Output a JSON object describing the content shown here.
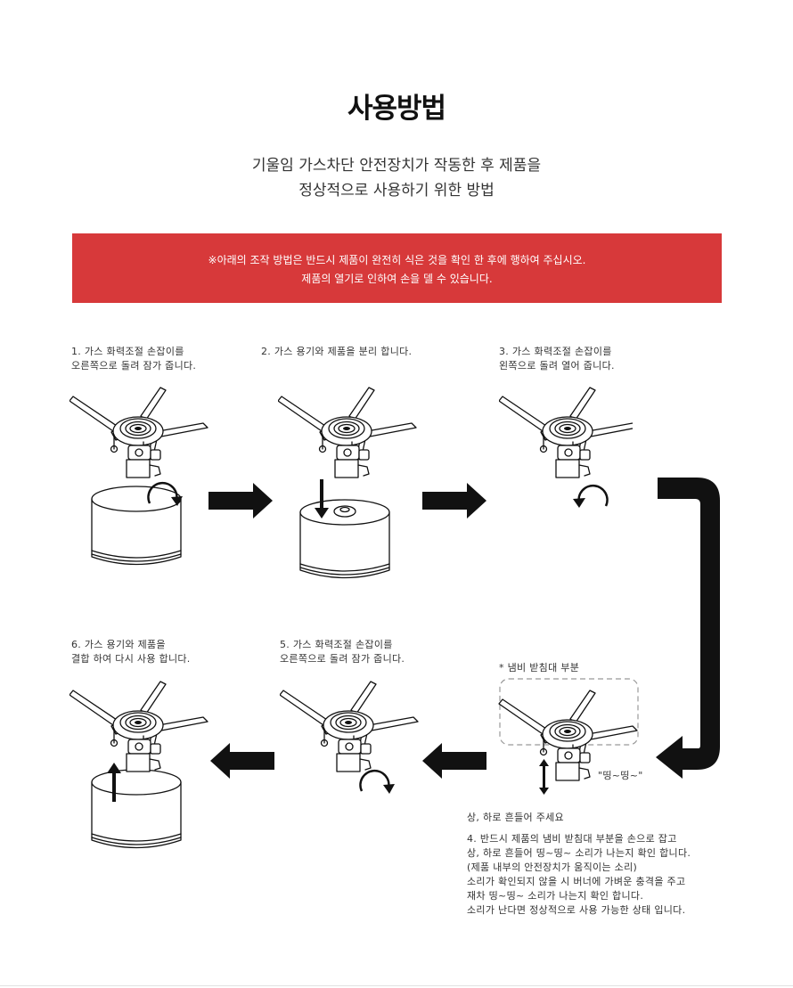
{
  "header": {
    "title": "사용방법",
    "subtitle_line1": "기울임 가스차단 안전장치가 작동한 후 제품을",
    "subtitle_line2": "정상적으로 사용하기 위한 방법"
  },
  "notice": {
    "line1": "※아래의 조작 방법은 반드시 제품이 완전히 식은 것을 확인 한 후에 행하여 주십시오.",
    "line2": "제품의 열기로 인하여 손을 델 수 있습니다.",
    "background_color": "#d7393a"
  },
  "steps": [
    {
      "text": "1. 가스 화력조절 손잡이를\n오른쪽으로 돌려 잠가 줍니다."
    },
    {
      "text": "2. 가스 용기와 제품을 분리 합니다."
    },
    {
      "text": "3. 가스 화력조절 손잡이를\n왼쪽으로 돌려 열어 줍니다."
    },
    {
      "text": "4. 반드시 제품의 냄비 받침대 부분을 손으로 잡고\n상, 하로 흔들어 띵~띵~ 소리가 나는지 확인 합니다.\n(제품 내부의 안전장치가 움직이는 소리)\n소리가 확인되지 않을 시 버너에 가벼운 충격을 주고\n재차 띵~띵~ 소리가 나는지 확인 합니다.\n소리가 난다면 정상적으로 사용 가능한 상태 입니다."
    },
    {
      "text": "5. 가스 화력조절 손잡이를\n오른쪽으로 돌려 잠가 줍니다."
    },
    {
      "text": "6. 가스 용기와 제품을\n결합 하여 다시 사용 합니다."
    }
  ],
  "annotations": {
    "pot_support_label": "* 냄비 받침대 부분",
    "ding_label": "\"띵~띵~\"",
    "shake_label": "상, 하로 흔들어 주세요"
  },
  "icons": [
    "stove-icon",
    "gas-canister-icon",
    "arrow-right-icon",
    "arrow-left-icon",
    "arrow-down-icon",
    "arrow-up-icon",
    "rotate-clockwise-icon",
    "rotate-counterclockwise-icon",
    "u-turn-arrow-icon"
  ]
}
